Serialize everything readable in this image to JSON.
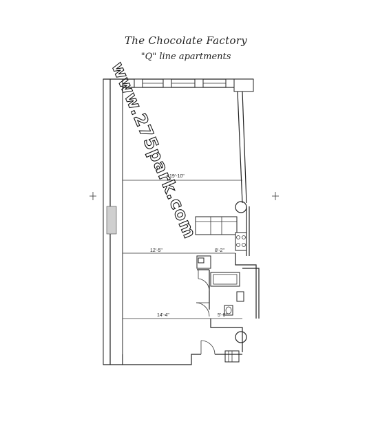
{
  "header": {
    "title": "The Chocolate Factory",
    "subtitle": "\"Q\" line apartments"
  },
  "watermark": {
    "text": "www.275park.com"
  },
  "dimensions": {
    "living_width": "19'-10\"",
    "bedroom_width": "12'-5\"",
    "kitchen_width": "8'-2\"",
    "bedroom2_width": "14'-4\"",
    "closet_width": "5'-6\""
  }
}
